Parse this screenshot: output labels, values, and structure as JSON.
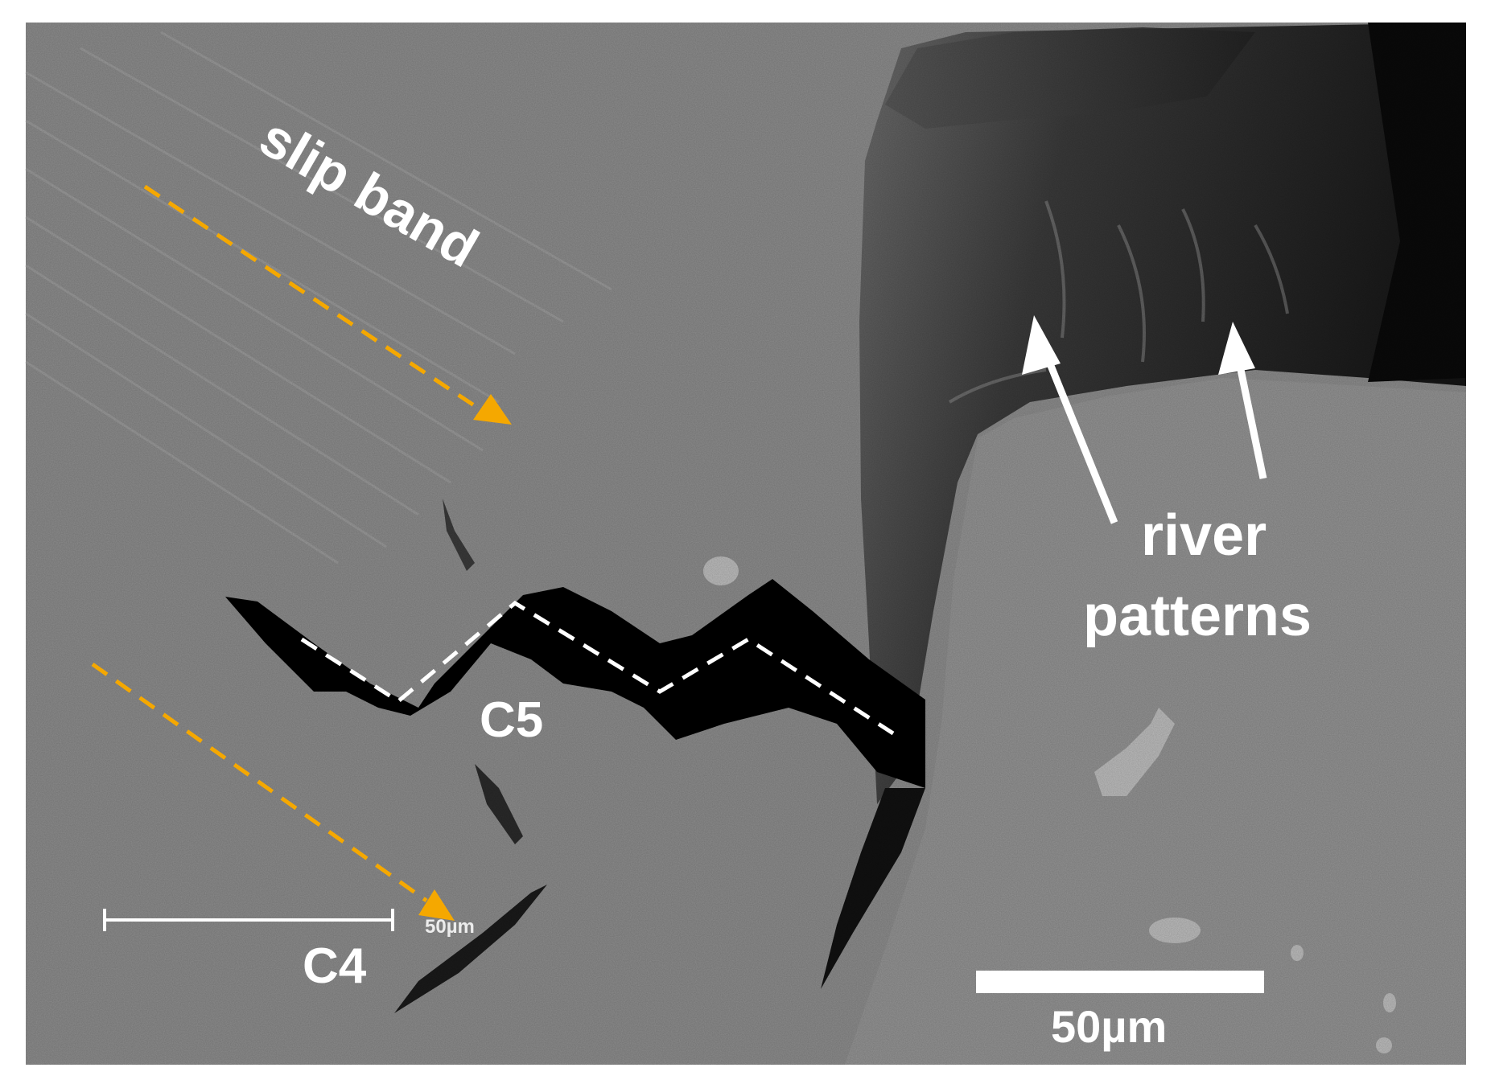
{
  "labels": {
    "slip_band": "slip band",
    "river_line1": "river",
    "river_line2": "patterns",
    "crack_c5": "C5",
    "crack_c4": "C4",
    "scale_main": "50µm",
    "scale_small": "50µm"
  },
  "colors": {
    "background_gray": "#8a8a8a",
    "fracture_dark": "#1e1e1e",
    "crack_black": "#000000",
    "annotation_white": "#ffffff",
    "arrow_orange": "#f5a800"
  },
  "icons": {
    "slip_direction": "dashed-orange-arrow",
    "river_pointer": "white-arrow",
    "crack_path": "dashed-white-line"
  }
}
